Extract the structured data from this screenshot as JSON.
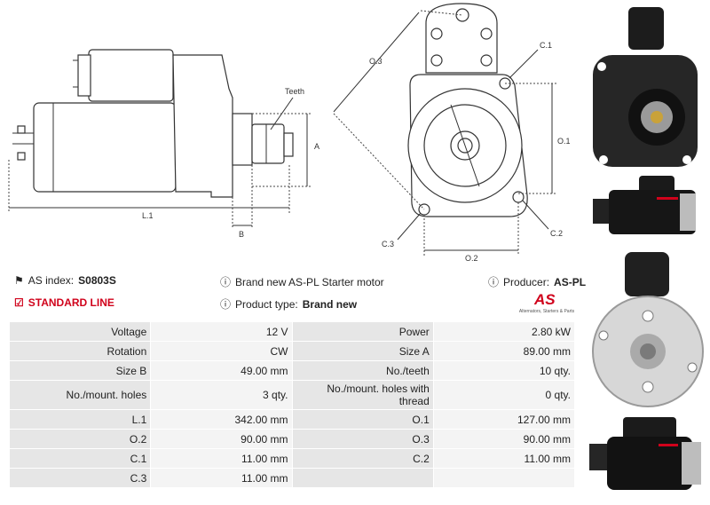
{
  "diagram": {
    "labels": {
      "teeth": "Teeth",
      "l1": "L.1",
      "a": "A",
      "b": "B",
      "o1": "O.1",
      "o2": "O.2",
      "o3": "O.3",
      "c1": "C.1",
      "c2": "C.2",
      "c3": "C.3"
    }
  },
  "info": {
    "as_index_label": "AS index:",
    "as_index_value": "S0803S",
    "standard_line": "STANDARD LINE",
    "description": "Brand new AS-PL Starter motor",
    "product_type_label": "Product type:",
    "product_type_value": "Brand new",
    "producer_label": "Producer:",
    "producer_value": "AS-PL"
  },
  "logo": {
    "mark": "AS",
    "tagline": "Alternators, Starters & Parts"
  },
  "specs": [
    [
      "Voltage",
      "12 V",
      "Power",
      "2.80 kW"
    ],
    [
      "Rotation",
      "CW",
      "Size A",
      "89.00 mm"
    ],
    [
      "Size B",
      "49.00 mm",
      "No./teeth",
      "10 qty."
    ],
    [
      "No./mount. holes",
      "3 qty.",
      "No./mount. holes with thread",
      "0 qty."
    ],
    [
      "L.1",
      "342.00 mm",
      "O.1",
      "127.00 mm"
    ],
    [
      "O.2",
      "90.00 mm",
      "O.3",
      "90.00 mm"
    ],
    [
      "C.1",
      "11.00 mm",
      "C.2",
      "11.00 mm"
    ],
    [
      "C.3",
      "11.00 mm",
      "",
      ""
    ]
  ],
  "icons": {
    "tag": "tag-icon",
    "check": "check-square-icon",
    "info": "info-icon"
  }
}
